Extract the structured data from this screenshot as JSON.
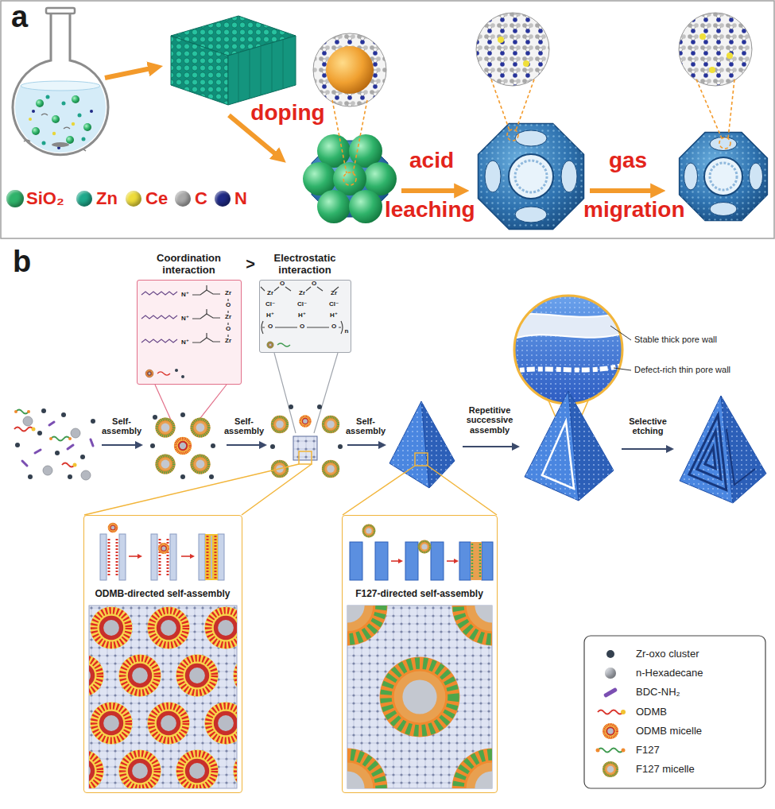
{
  "diagram": {
    "nodes": [
      {
        "text": [
          "Coordination interaction"
        ]
      },
      {
        "text": [
          "Electrostatic interaction"
        ]
      },
      {
        "text": [
          "ODMB-directed self-assembly"
        ]
      },
      {
        "text": [
          "F127-directed self-assembly"
        ]
      }
    ],
    "labels": [
      "a",
      "doping",
      "acid",
      "leaching",
      "gas",
      "migration",
      "b",
      ">",
      "Self-assembly",
      "Self-assembly",
      "Self-assembly",
      "Repetitive successive assembly",
      "Selective etching",
      "Stable thick pore wall",
      "Defect-rich thin pore wall",
      "N⁺",
      "N⁺",
      "N⁺",
      "Zr",
      "Zr",
      "Zr",
      "O",
      "O",
      "O",
      "O",
      "Zr",
      "Zr",
      "Zr",
      "Cl⁻",
      "Cl⁻",
      "Cl⁻",
      "H⁺",
      "H⁺",
      "H⁺",
      "O",
      "O",
      "O",
      "n"
    ],
    "legend": [
      {
        "text": "SiO₂",
        "color": "#2fb36a"
      },
      {
        "text": "Zn",
        "color": "#1fa98b"
      },
      {
        "text": "Ce",
        "color": "#eedc3a"
      },
      {
        "text": "C",
        "color": "#a9a9a9"
      },
      {
        "text": "N",
        "color": "#1f2a86"
      },
      {
        "text": "Zr-oxo cluster",
        "color": "#34404f"
      },
      {
        "text": "n-Hexadecane",
        "color": "#b4b8c0"
      },
      {
        "text": "BDC-NH₂",
        "color": "#7b4fb2"
      },
      {
        "text": "ODMB"
      },
      {
        "text": "ODMB micelle"
      },
      {
        "text": "F127"
      },
      {
        "text": "F127 micelle"
      }
    ]
  }
}
